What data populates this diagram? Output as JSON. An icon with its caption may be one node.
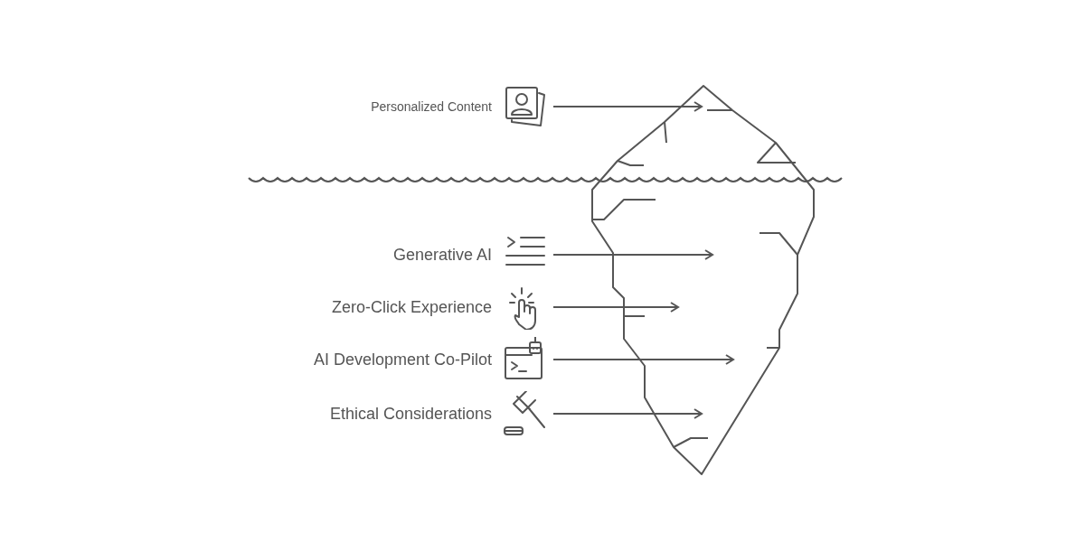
{
  "diagram": {
    "nodes": [
      {
        "text": [
          "Personalized Content"
        ]
      },
      {
        "text": [
          "Generative AI"
        ]
      },
      {
        "text": [
          "Zero-Click Experience"
        ]
      },
      {
        "text": [
          "AI Development Co-Pilot"
        ]
      },
      {
        "text": [
          "Ethical Considerations"
        ]
      },
      {
        "text": [],
        "shape": "picture"
      }
    ],
    "edges": [
      {
        "from": 0,
        "to": 5,
        "arrow": "to"
      },
      {
        "from": 1,
        "to": 5,
        "arrow": "to"
      },
      {
        "from": 2,
        "to": 5,
        "arrow": "to"
      },
      {
        "from": 3,
        "to": 5,
        "arrow": "to"
      },
      {
        "from": 4,
        "to": 5,
        "arrow": "to"
      }
    ]
  }
}
